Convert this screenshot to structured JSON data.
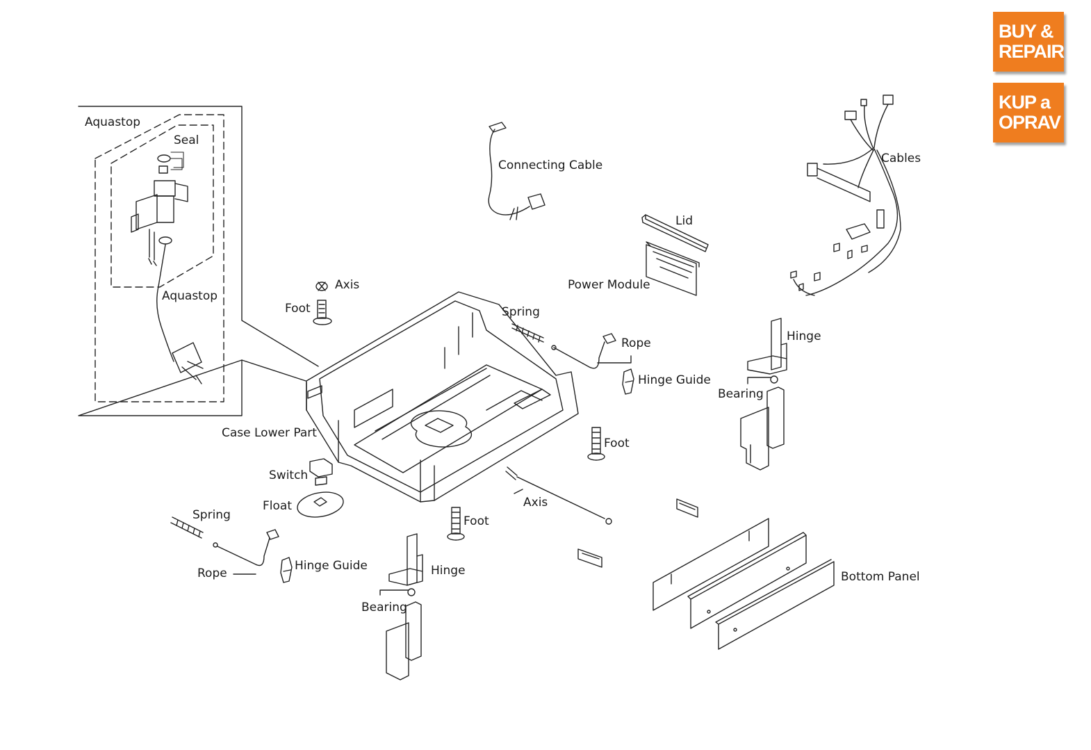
{
  "badges": {
    "buy_repair": {
      "line1": "BUY &",
      "line2": "REPAIR"
    },
    "kup_oprav": {
      "line1": "KUP a",
      "line2": "OPRAV"
    },
    "color": "#ef7d1f"
  },
  "labels": {
    "aquastop_box": "Aquastop",
    "seal": "Seal",
    "aquastop": "Aquastop",
    "connecting_cable": "Connecting Cable",
    "lid": "Lid",
    "power_module": "Power Module",
    "cables": "Cables",
    "axis_top": "Axis",
    "foot_top": "Foot",
    "spring_top": "Spring",
    "rope_right": "Rope",
    "hinge_guide_right": "Hinge Guide",
    "hinge_right": "Hinge",
    "bearing_right": "Bearing",
    "case_lower_part": "Case Lower Part",
    "foot_mid_right": "Foot",
    "switch": "Switch",
    "float": "Float",
    "axis_mid": "Axis",
    "spring_left": "Spring",
    "foot_bottom": "Foot",
    "rope_left": "Rope",
    "hinge_guide_left": "Hinge Guide",
    "hinge_bottom": "Hinge",
    "bearing_bottom": "Bearing",
    "bottom_panel": "Bottom Panel"
  }
}
